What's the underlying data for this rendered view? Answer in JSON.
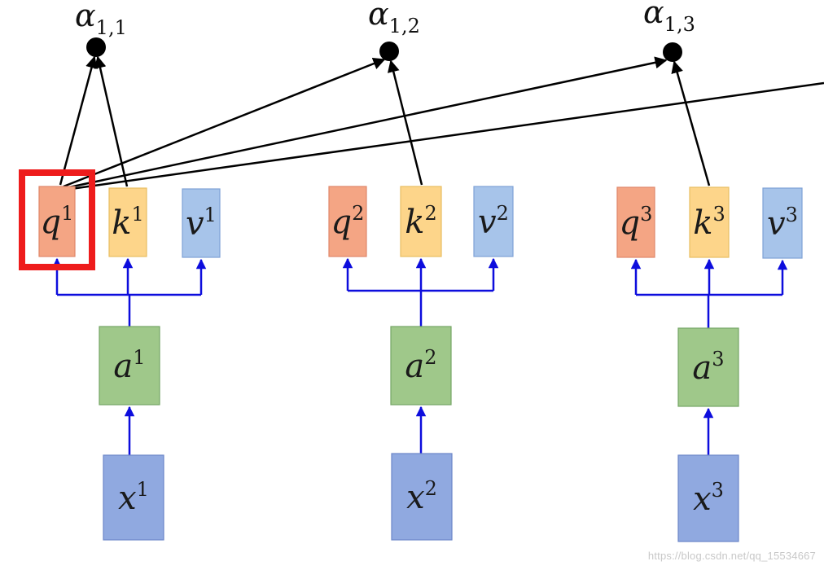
{
  "diagram": {
    "colors": {
      "query": "#f4a584",
      "key": "#fdd58a",
      "value": "#a7c4ea",
      "embedding": "#9fc88a",
      "input": "#90a9e0",
      "highlight": "#ee1c1c",
      "blue_arrow": "#0d0ddd",
      "black": "#000000"
    },
    "score_labels": [
      {
        "base": "α",
        "sub": "1,1"
      },
      {
        "base": "α",
        "sub": "1,2"
      },
      {
        "base": "α",
        "sub": "1,3"
      }
    ],
    "columns": [
      {
        "q": {
          "base": "q",
          "sup": "1"
        },
        "k": {
          "base": "k",
          "sup": "1"
        },
        "v": {
          "base": "v",
          "sup": "1"
        },
        "a": {
          "base": "a",
          "sup": "1"
        },
        "x": {
          "base": "x",
          "sup": "1"
        }
      },
      {
        "q": {
          "base": "q",
          "sup": "2"
        },
        "k": {
          "base": "k",
          "sup": "2"
        },
        "v": {
          "base": "v",
          "sup": "2"
        },
        "a": {
          "base": "a",
          "sup": "2"
        },
        "x": {
          "base": "x",
          "sup": "2"
        }
      },
      {
        "q": {
          "base": "q",
          "sup": "3"
        },
        "k": {
          "base": "k",
          "sup": "3"
        },
        "v": {
          "base": "v",
          "sup": "3"
        },
        "a": {
          "base": "a",
          "sup": "3"
        },
        "x": {
          "base": "x",
          "sup": "3"
        }
      }
    ],
    "highlighted": "q1"
  },
  "watermark": "https://blog.csdn.net/qq_15534667"
}
